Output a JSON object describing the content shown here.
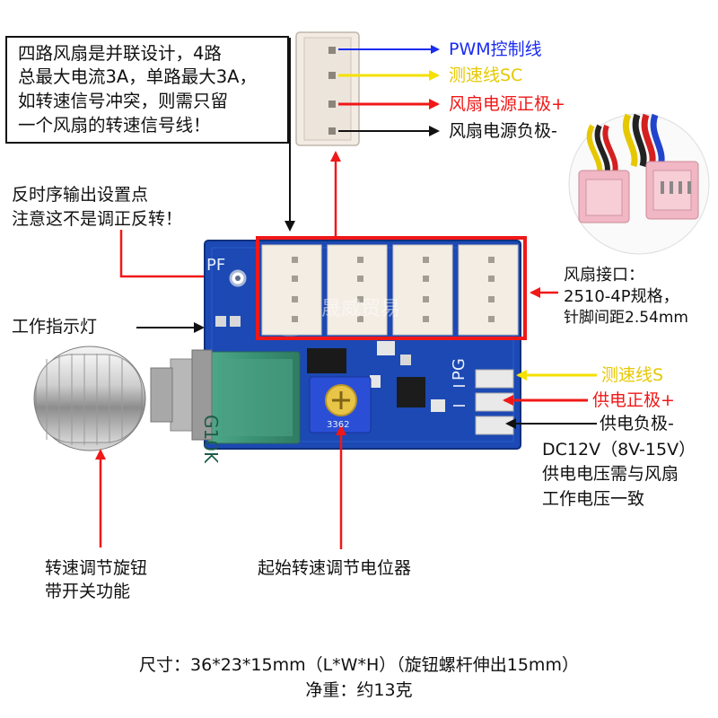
{
  "note": {
    "lines": [
      "四路风扇是并联设计，4路",
      "总最大电流3A，单路最大3A，",
      "如转速信号冲突，则需只留",
      "一个风扇的转速信号线！"
    ]
  },
  "connector_pins": {
    "pwm": "PWM控制线",
    "speed": "测速线SC",
    "positive": "风扇电源正极+",
    "negative": "风扇电源负极-"
  },
  "reverse_note": {
    "line1": "反时序输出设置点",
    "line2": "注意这不是调正反转！"
  },
  "board_marks": {
    "pf": "PF",
    "pg": "PG",
    "pot_label": "G10K",
    "trimmer_code": "3362"
  },
  "watermark": "晟威贸易",
  "indicator": "工作指示灯",
  "fan_port": {
    "line1": "风扇接口：",
    "line2": "2510-4P规格，",
    "line3": "针脚间距2.54mm"
  },
  "power_pins": {
    "speed": "测速线S",
    "positive": "供电正极+",
    "negative": "供电负极-"
  },
  "voltage": {
    "line1": "DC12V（8V-15V）",
    "line2": "供电电压需与风扇",
    "line3": "工作电压一致"
  },
  "knob": {
    "line1": "转速调节旋钮",
    "line2": "带开关功能"
  },
  "trimmer": "起始转速调节电位器",
  "footer": {
    "size": "尺寸：36*23*15mm（L*W*H）（旋钮螺杆伸出15mm）",
    "weight": "净重：约13克"
  },
  "colors": {
    "blue": "#1a2cf0",
    "yellow": "#f5e000",
    "red": "#f01818",
    "black": "#111111",
    "pcb": "#1c49b3"
  }
}
